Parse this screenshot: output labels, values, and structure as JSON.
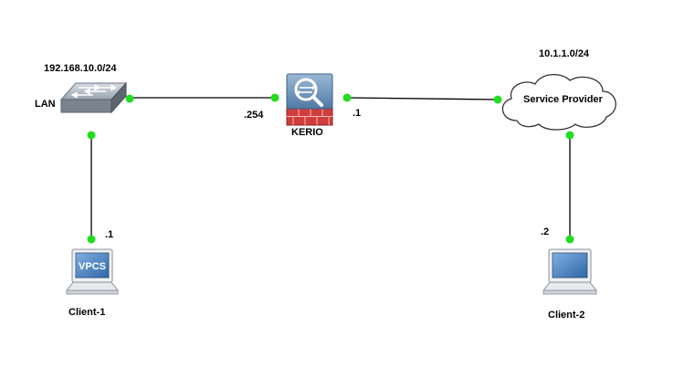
{
  "diagram": {
    "nodes": {
      "lan_switch": {
        "label": "LAN",
        "network": "192.168.10.0/24"
      },
      "kerio": {
        "label": "KERIO"
      },
      "service_provider": {
        "label": "Service Provider",
        "network": "10.1.1.0/24"
      },
      "client1": {
        "label": "Client-1",
        "screen_text": "VPCS"
      },
      "client2": {
        "label": "Client-2"
      }
    },
    "interfaces": {
      "kerio_lan": ".254",
      "kerio_wan": ".1",
      "client1_ip": ".1",
      "client2_ip": ".2"
    },
    "link_color": "#000000",
    "endpoint_color": "#22dd22"
  }
}
